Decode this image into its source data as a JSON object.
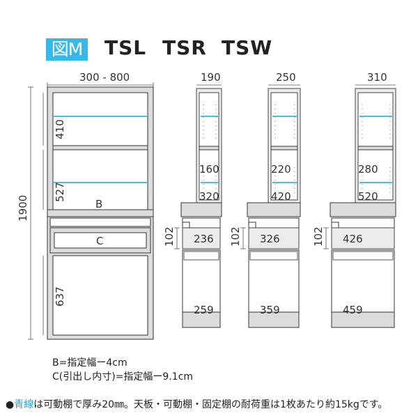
{
  "figure": {
    "badge": "図M",
    "models": [
      "TSL",
      "TSR",
      "TSW"
    ]
  },
  "dimensions": {
    "front_width": "300 - 800",
    "total_height": "1900",
    "upper_shelf": "410",
    "middle_shelf": "527",
    "bottom_height": "637",
    "label_b": "B",
    "label_c": "C",
    "side_widths": [
      "190",
      "250",
      "310"
    ],
    "upper_depths": [
      "160",
      "220",
      "280"
    ],
    "counter_depths": [
      "320",
      "420",
      "520"
    ],
    "drawer_height": "102",
    "drawer_depths": [
      "236",
      "326",
      "426"
    ],
    "base_depths": [
      "259",
      "359",
      "459"
    ]
  },
  "notes": {
    "b_note": "B=指定幅ー4cm",
    "c_note": "C(引出し内寸)=指定幅ー9.1cm"
  },
  "footer": {
    "bullet": "●",
    "highlight": "青線",
    "text": "は可動棚で厚み20㎜。天板・可動棚・固定棚の耐荷重は1枚あたり約15kgです。"
  },
  "colors": {
    "accent": "#35b9e8",
    "shelf_line": "#4cc0d8",
    "panel": "#dcdcdc"
  }
}
